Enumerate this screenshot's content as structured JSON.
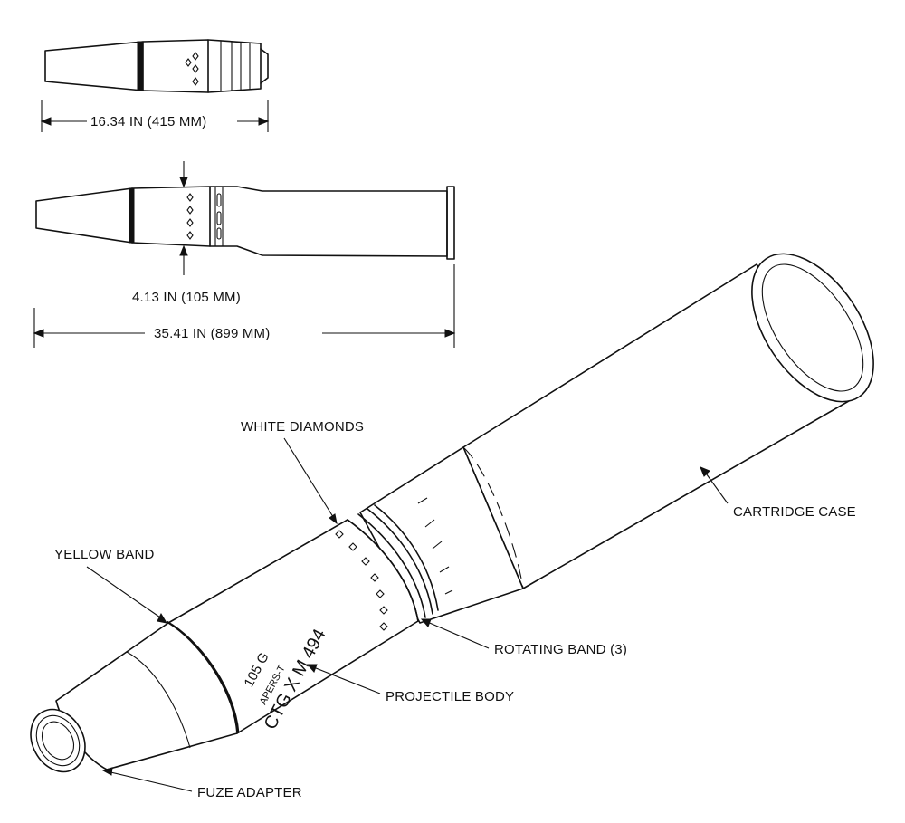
{
  "dimensions": {
    "projectile_length": "16.34 IN (415 MM)",
    "caliber": "4.13 IN (105 MM)",
    "overall_length": "35.41 IN (899 MM)"
  },
  "callouts": {
    "white_diamonds": "WHITE DIAMONDS",
    "cartridge_case": "CARTRIDGE CASE",
    "yellow_band": "YELLOW BAND",
    "rotating_band": "ROTATING BAND (3)",
    "projectile_body": "PROJECTILE BODY",
    "fuze_adapter": "FUZE ADAPTER"
  },
  "body_markings": {
    "line1": "105 G",
    "line2": "APERS-T",
    "line3": "CTG X M 494"
  },
  "colors": {
    "ink": "#111111",
    "background": "#ffffff"
  }
}
